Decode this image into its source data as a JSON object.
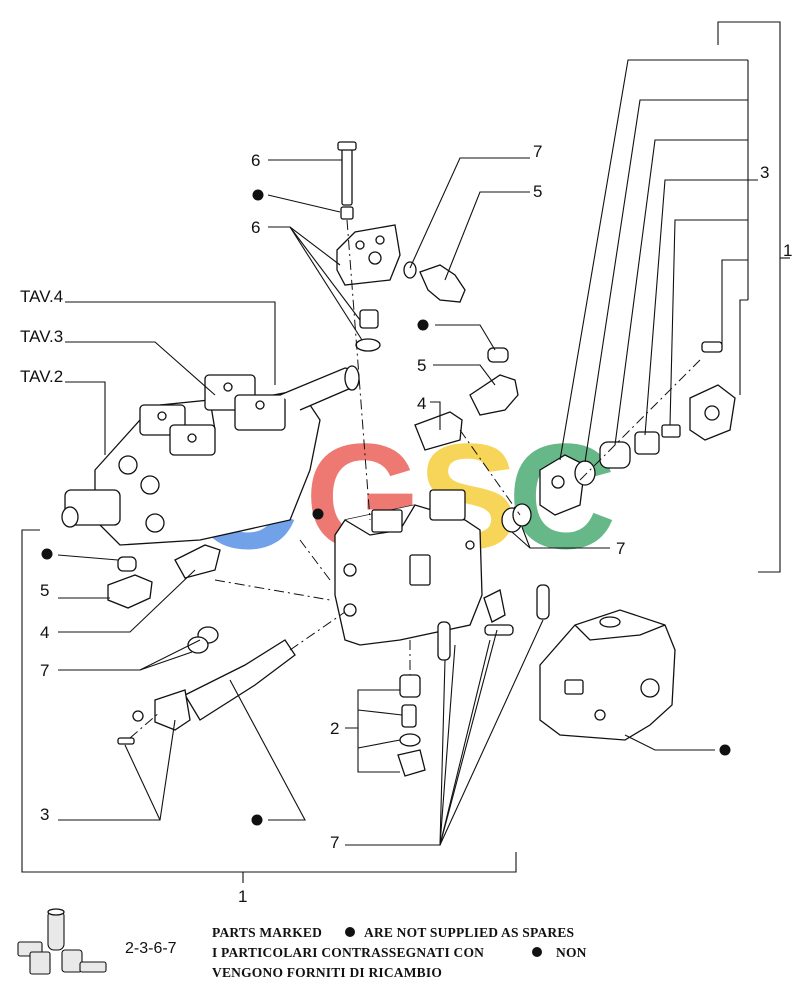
{
  "diagram": {
    "callouts": {
      "tav4": "TAV.4",
      "tav3": "TAV.3",
      "tav2": "TAV.2",
      "n6_top": "6",
      "n6_mid": "6",
      "n7_top": "7",
      "n5_top": "5",
      "n5_mid": "5",
      "n4_mid": "4",
      "n3_right": "3",
      "n1_right": "1",
      "n7_right": "7",
      "n5_left": "5",
      "n4_left": "4",
      "n7_left": "7",
      "n2": "2",
      "n3_left": "3",
      "n7_bottom": "7",
      "n1_bottom": "1"
    },
    "watermark": [
      "C",
      "G",
      "S",
      "C"
    ],
    "watermark_colors": [
      "#3b7de0",
      "#e8453c",
      "#f5c518",
      "#2e9e5b"
    ]
  },
  "footer": {
    "code": "2-3-6-7",
    "note_en_a": "PARTS MARKED",
    "note_en_b": "ARE NOT SUPPLIED AS SPARES",
    "note_it_a": "I PARTICOLARI CONTRASSEGNATI CON",
    "note_it_b": "NON",
    "note_it_c": "VENGONO FORNITI DI RICAMBIO"
  }
}
